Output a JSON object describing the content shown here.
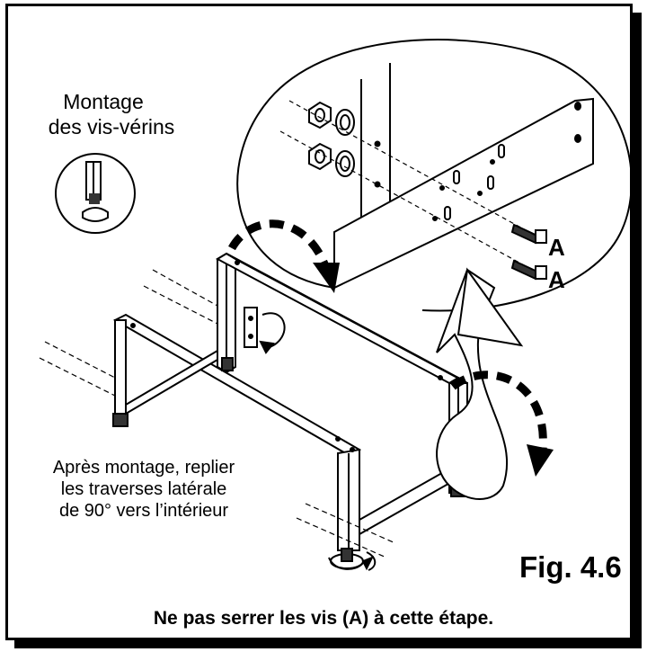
{
  "labels": {
    "montage_line1": "Montage",
    "montage_line2": "des vis-vérins",
    "apres_line1": "Après montage, replier",
    "apres_line2": "les traverses latérale",
    "apres_line3": "de 90° vers l’intérieur",
    "figure": "Fig. 4.6",
    "warning": "Ne pas serrer les vis (A) à cette étape.",
    "bolt_a_1": "A",
    "bolt_a_2": "A"
  },
  "colors": {
    "line": "#000000",
    "background": "#ffffff"
  }
}
